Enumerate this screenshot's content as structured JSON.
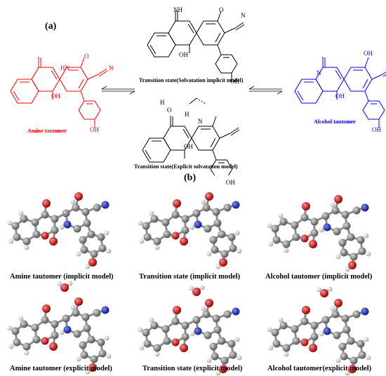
{
  "panel_a": "(a)",
  "panel_b": "(b)",
  "structures": {
    "amine": "Amine tautomer",
    "alcohol": "Alcohol tautomer",
    "ts_implicit": "Transition state(Solvatation implicit model)",
    "ts_explicit": "Transition state(Explicit solvatation model)"
  },
  "atoms": {
    "O": "O",
    "OH": "OH",
    "N": "N",
    "H": "H",
    "HN": "HN",
    "NH": "NH",
    "H_bond": "H",
    "N_bond": "N"
  },
  "models": [
    "Amine tautomer (implicit model)",
    "Transition state (implicit model)",
    "Alcohol tautomer (implicit model)",
    "Amine tautomer (explicit model)",
    "Transition state (explicit model)",
    "Alcohol tautomer(explicit model)"
  ],
  "colors": {
    "amine": "#ff0000",
    "alcohol": "#0000ff",
    "neutral": "#000000",
    "carbon": "#8a8a8a",
    "oxygen": "#d01010",
    "nitrogen": "#1f2fb0",
    "hydrogen": "#e6e6e6"
  }
}
